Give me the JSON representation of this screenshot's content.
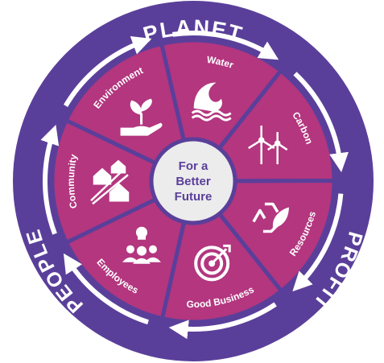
{
  "center": {
    "lines": [
      "For a",
      "Better",
      "Future"
    ]
  },
  "outer_ring": {
    "top": "PLANET",
    "right": "PROFIT",
    "left": "PEOPLE"
  },
  "segments": [
    {
      "label": "Water",
      "icon": "wave-icon"
    },
    {
      "label": "Carbon",
      "icon": "wind-turbine-icon"
    },
    {
      "label": "Resources",
      "icon": "recycle-icon"
    },
    {
      "label": "Good Business",
      "icon": "target-icon"
    },
    {
      "label": "Employees",
      "icon": "team-idea-icon"
    },
    {
      "label": "Community",
      "icon": "houses-icon"
    },
    {
      "label": "Environment",
      "icon": "plant-hand-icon"
    }
  ],
  "colors": {
    "outer_ring": "#5a3f9a",
    "segment": "#b3367f",
    "divider": "#5a3f9a",
    "center_fill": "#ececec",
    "center_text": "#5a3f9a",
    "arrows": "#ffffff"
  }
}
